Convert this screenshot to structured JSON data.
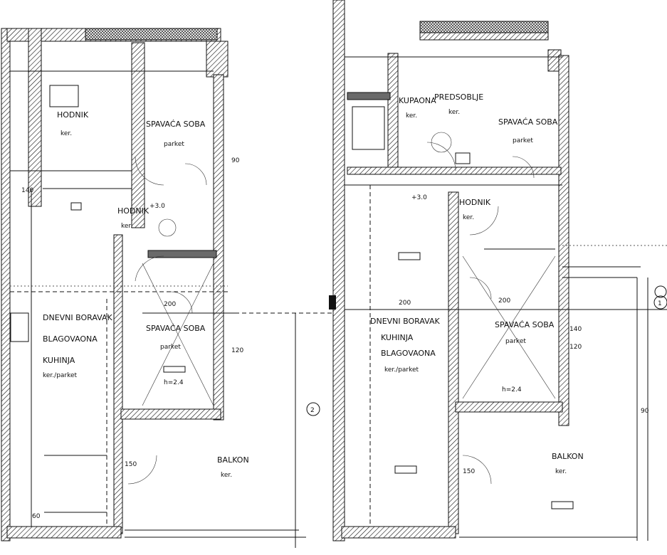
{
  "plan": {
    "left_unit": {
      "top_room_1": "SPAVAĆA SOBA",
      "top_room_1_floor": "parket",
      "top_room_2": "HODNIK",
      "top_room_2_floor": "ker.",
      "hall": "HODNIK",
      "hall_floor": "ker.",
      "big_room": "DNEVNI BORAVAK",
      "big_room_2": "BLAGOVAONA",
      "big_room_3": "KUHINJA",
      "big_room_floor": "ker./parket",
      "room_mid": "SPAVAĆA SOBA",
      "room_mid_floor": "parket",
      "balcony": "BALKON",
      "balcony_floor": "ker.",
      "dim_1": "90",
      "dim_2": "140",
      "dim_3": "120",
      "dim_4": "60",
      "dim_5": "200",
      "dim_6": "150",
      "dim_7": "+3.0",
      "dim_8": "h=2.4"
    },
    "right_unit": {
      "top_room_1": "KUPAONA",
      "top_room_1_floor": "ker.",
      "top_room_2": "PREDSOBLJE",
      "top_room_2_floor": "ker.",
      "room_right": "SPAVAĆA SOBA",
      "room_right_floor": "parket",
      "hall": "HODNIK",
      "hall_floor": "ker.",
      "big_room": "DNEVNI BORAVAK",
      "big_room_2": "KUHINJA",
      "big_room_3": "BLAGOVAONA",
      "big_room_floor": "ker./parket",
      "room_mid": "SPAVAĆA SOBA",
      "room_mid_floor": "parket",
      "balcony": "BALKON",
      "balcony_floor": "ker.",
      "dim_1": "+3.0",
      "dim_2": "200",
      "dim_3": "120",
      "dim_4": "90",
      "dim_5": "140",
      "dim_6": "200",
      "dim_7": "150",
      "dim_8": "h=2.4"
    },
    "section_marks": [
      "1",
      "2"
    ]
  }
}
